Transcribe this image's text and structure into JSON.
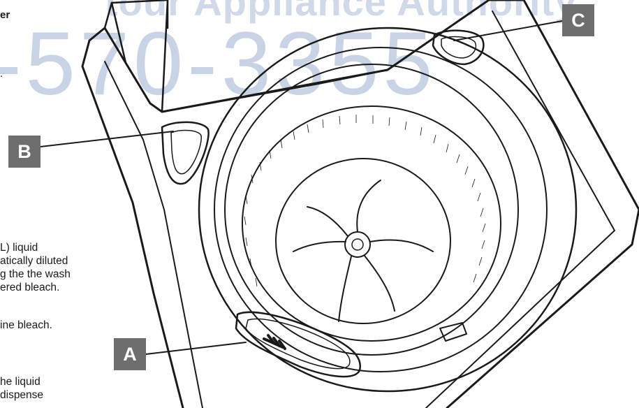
{
  "watermark": {
    "brand_fragment": "tour Appliance Authority",
    "phone_fragment": "-570-3355",
    "color": "#c8d3e6"
  },
  "side_text": {
    "top_fragment": "er",
    "dot_fragment": ".",
    "main_lines": [
      "L) liquid",
      "atically diluted",
      "g the the wash",
      "ered bleach."
    ],
    "bleach_line": "ine bleach.",
    "bottom_lines": [
      "he liquid",
      "dispense"
    ]
  },
  "callouts": {
    "a": {
      "letter": "A",
      "target": "bleach-dispenser"
    },
    "b": {
      "letter": "B",
      "target": "fabric-softener-dispenser-left"
    },
    "c": {
      "letter": "C",
      "target": "fabric-softener-dispenser-right"
    },
    "color": "#6e6e6e"
  }
}
